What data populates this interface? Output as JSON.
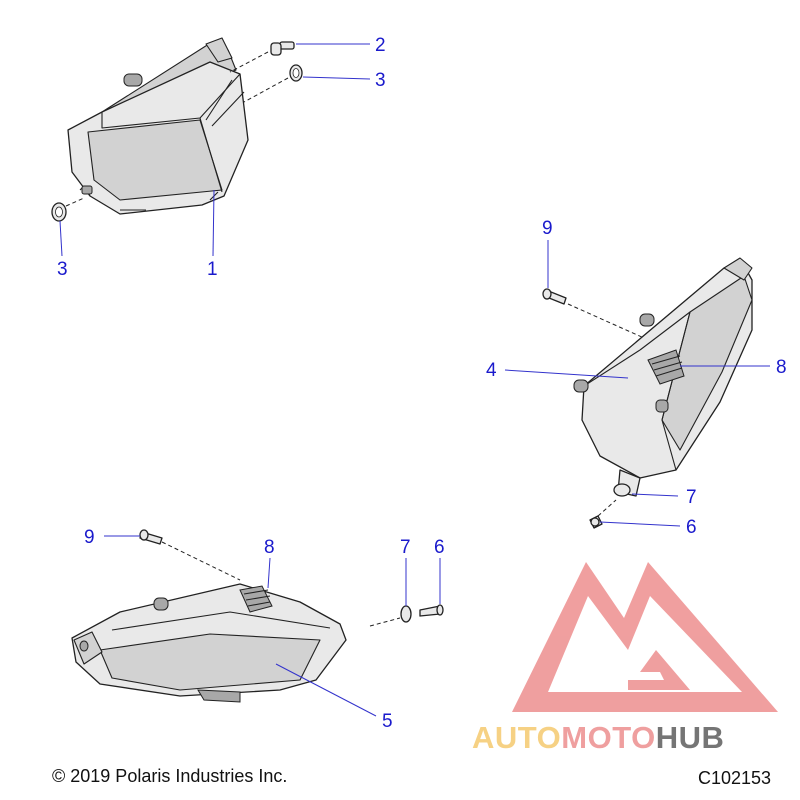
{
  "diagram": {
    "callouts": [
      {
        "id": "c2-top",
        "label": "2"
      },
      {
        "id": "c3-top",
        "label": "3"
      },
      {
        "id": "c3-left",
        "label": "3"
      },
      {
        "id": "c1",
        "label": "1"
      },
      {
        "id": "c9-right",
        "label": "9"
      },
      {
        "id": "c4",
        "label": "4"
      },
      {
        "id": "c8-right",
        "label": "8"
      },
      {
        "id": "c7-right",
        "label": "7"
      },
      {
        "id": "c6-right",
        "label": "6"
      },
      {
        "id": "c9-left",
        "label": "9"
      },
      {
        "id": "c8-left",
        "label": "8"
      },
      {
        "id": "c7-left",
        "label": "7"
      },
      {
        "id": "c6-left",
        "label": "6"
      },
      {
        "id": "c5",
        "label": "5"
      }
    ]
  },
  "footer": {
    "copyright": "© 2019 Polaris Industries Inc.",
    "drawing_id": "C102153"
  },
  "watermark": {
    "text_a": "AUTO",
    "text_b": "MOTO",
    "text_c": "HUB"
  },
  "colors": {
    "callout": "#1a1acc",
    "leader": "#3333cc",
    "logo_red": "#ef9a9a",
    "logo_orange": "#f6cf7e",
    "logo_gray": "#6e6e6e"
  }
}
